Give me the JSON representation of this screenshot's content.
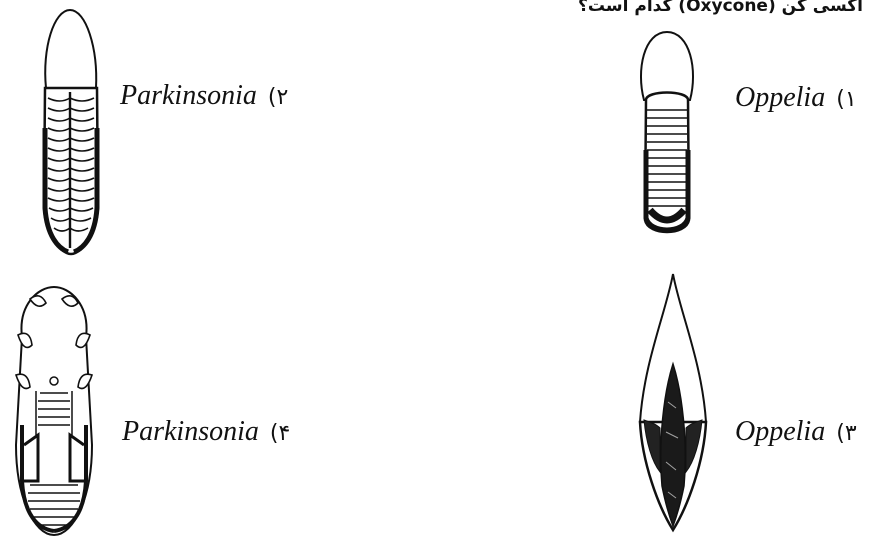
{
  "question": {
    "text_fragment": "آکسی کن",
    "term": "(Oxycone)",
    "suffix": "کدام است؟"
  },
  "options": [
    {
      "number": "(١",
      "name": "Oppelia",
      "figure_icon": "ammonite-ventral-view-icon"
    },
    {
      "number": "(٢",
      "name": "Parkinsonia",
      "figure_icon": "ammonite-ventral-ribbed-icon"
    },
    {
      "number": "(٣",
      "name": "Oppelia",
      "figure_icon": "ammonite-oxycone-icon"
    },
    {
      "number": "(۴",
      "name": "Parkinsonia",
      "figure_icon": "ammonite-cross-section-icon"
    }
  ]
}
